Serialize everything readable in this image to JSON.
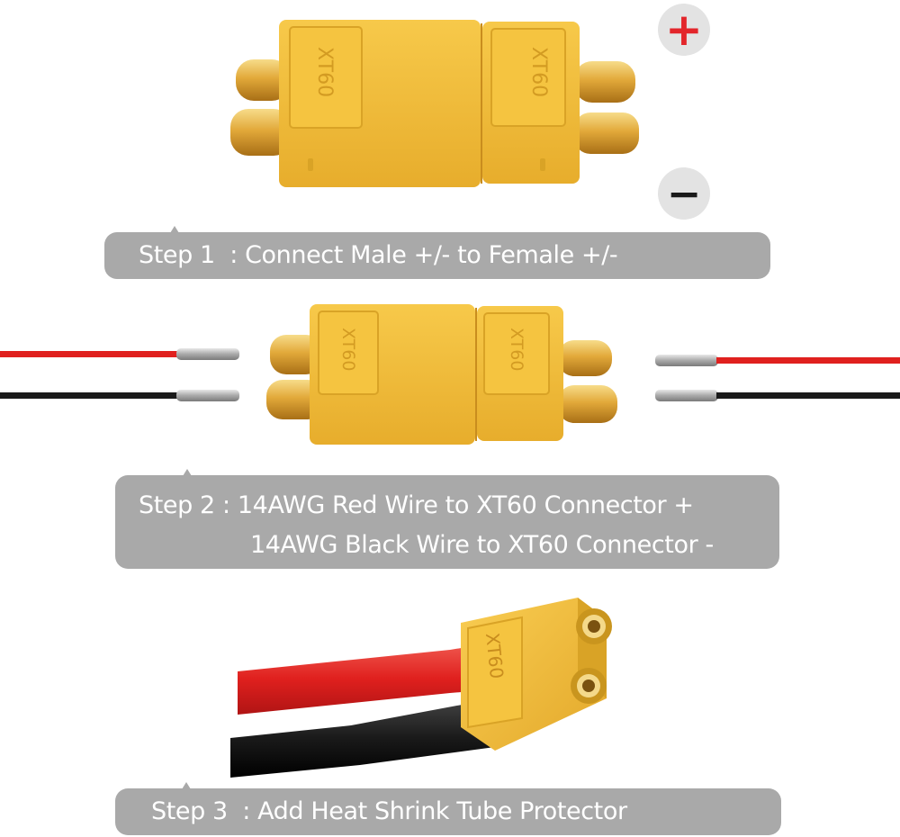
{
  "steps": {
    "step1": "Step 1  : Connect Male +/- to Female +/-",
    "step2_line1": "Step 2 : 14AWG Red Wire to XT60 Connector +",
    "step2_line2": "14AWG Black Wire to XT60 Connector -",
    "step3": "Step 3  : Add Heat Shrink Tube Protector"
  },
  "connector": {
    "marking": "XT60"
  },
  "polarity": {
    "plus": "+",
    "minus": "−"
  },
  "colors": {
    "connector_body": "#f2bf3a",
    "connector_shade": "#d9a326",
    "gold_pin": "#e8b84a",
    "red_wire": "#e0201e",
    "black_wire": "#1a1a1a",
    "banner": "#a9a9a9",
    "plus_sign": "#e3262b",
    "minus_sign": "#1a1a1a"
  }
}
